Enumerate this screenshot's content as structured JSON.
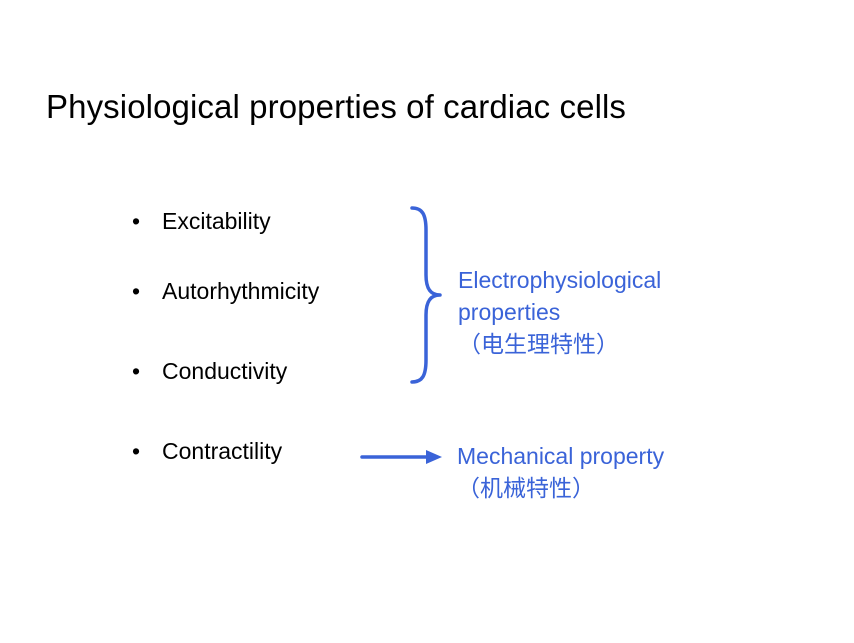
{
  "slide": {
    "title": "Physiological properties of cardiac cells",
    "bullet_glyph": "•",
    "bullets": [
      {
        "label": "Excitability"
      },
      {
        "label": "Autorhythmicity"
      },
      {
        "label": "Conductivity"
      },
      {
        "label": "Contractility"
      }
    ],
    "electrophysiological": {
      "line1": "Electrophysiological",
      "line2": "properties",
      "line3": "（电生理特性）"
    },
    "mechanical": {
      "line1": "Mechanical property",
      "line2": "（机械特性）"
    }
  },
  "colors": {
    "accent": "#3a63d8",
    "text": "#000000",
    "background": "#ffffff"
  },
  "icons": {
    "brace": "right-curly-brace-icon",
    "arrow": "right-arrow-icon"
  }
}
